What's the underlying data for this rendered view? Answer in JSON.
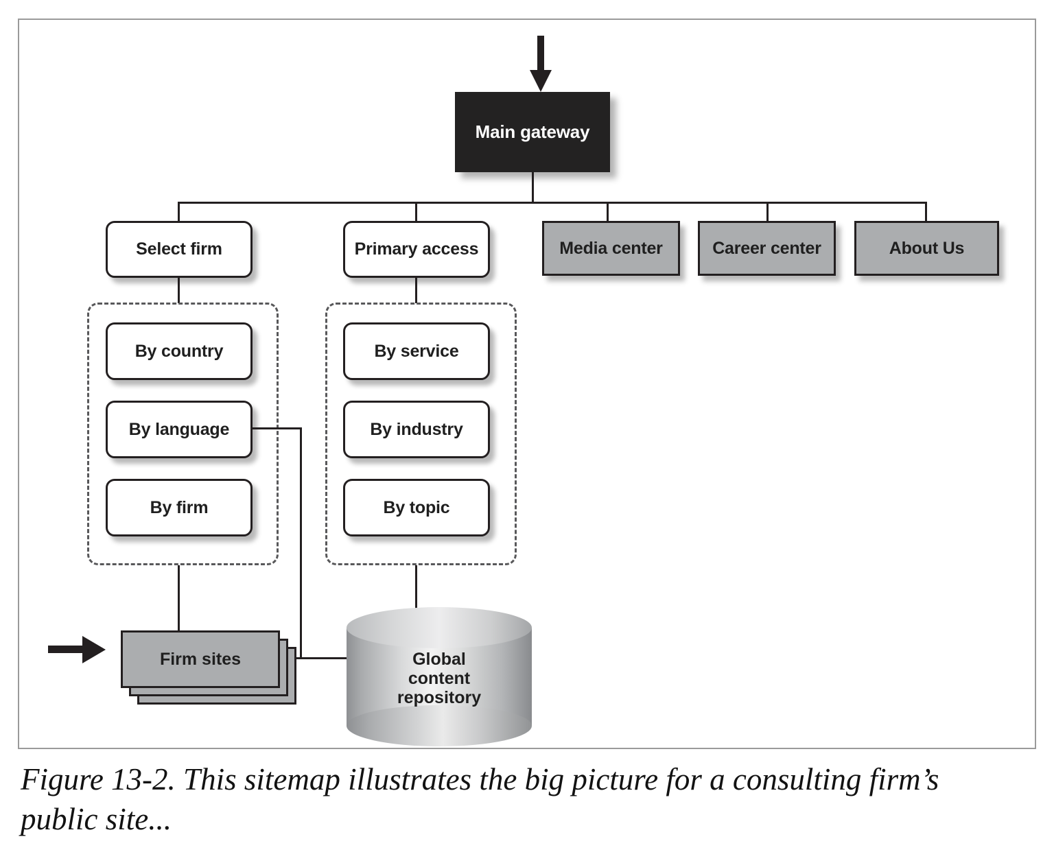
{
  "figure": {
    "caption": "Figure 13-2. This sitemap illustrates the big picture for a consulting firm’s public site...",
    "colors": {
      "root_fill": "#232222",
      "root_text": "#ffffff",
      "gray_fill": "#abadaf",
      "white_fill": "#ffffff",
      "stroke": "#231f20",
      "dashed_stroke": "#58585a",
      "frame_border": "#9a9a9a"
    }
  },
  "diagram": {
    "type": "sitemap",
    "root": {
      "label": "Main gateway",
      "style": "black-rectangle"
    },
    "entry_arrow_top": "down-arrow-icon",
    "entry_arrow_left": "right-arrow-icon",
    "level1": [
      {
        "label": "Select firm",
        "style": "white-rounded"
      },
      {
        "label": "Primary access",
        "style": "white-rounded"
      },
      {
        "label": "Media center",
        "style": "gray-rectangle"
      },
      {
        "label": "Career center",
        "style": "gray-rectangle"
      },
      {
        "label": "About Us",
        "style": "gray-rectangle"
      }
    ],
    "groups": [
      {
        "parent": "Select firm",
        "items": [
          {
            "label": "By country",
            "style": "white-rounded"
          },
          {
            "label": "By language",
            "style": "white-rounded"
          },
          {
            "label": "By firm",
            "style": "white-rounded"
          }
        ]
      },
      {
        "parent": "Primary access",
        "items": [
          {
            "label": "By service",
            "style": "white-rounded"
          },
          {
            "label": "By industry",
            "style": "white-rounded"
          },
          {
            "label": "By topic",
            "style": "white-rounded"
          }
        ]
      }
    ],
    "bottom": [
      {
        "label": "Firm sites",
        "style": "gray-stack"
      },
      {
        "label_lines": [
          "Global",
          "content",
          "repository"
        ],
        "label": "Global content repository",
        "style": "cylinder"
      }
    ]
  }
}
